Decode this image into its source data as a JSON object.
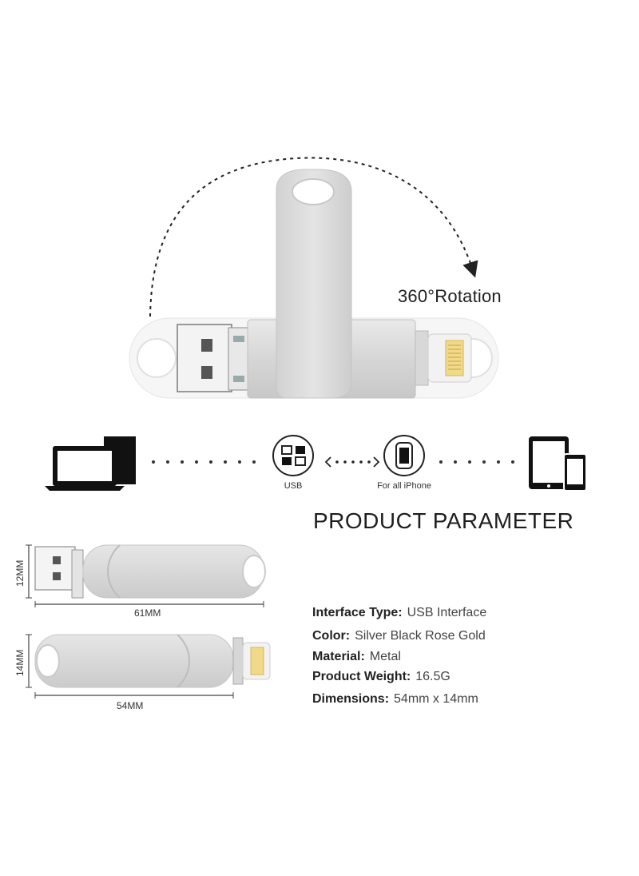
{
  "rotation": {
    "label": "360°Rotation"
  },
  "connection": {
    "usb_label": "USB",
    "iphone_label": "For all iPhone"
  },
  "parameters": {
    "title": "PRODUCT PARAMETER",
    "rows": [
      {
        "key": "Interface Type:",
        "value": "USB Interface"
      },
      {
        "key": "Color:",
        "value": "Silver Black Rose Gold"
      },
      {
        "key": "Material:",
        "value": "Metal"
      },
      {
        "key": "Product Weight:",
        "value": "16.5G"
      },
      {
        "key": "Dimensions:",
        "value": "54mm x 14mm"
      }
    ]
  },
  "dimensions": {
    "usb_height": "12MM",
    "usb_length": "61MM",
    "lightning_height": "14MM",
    "lightning_length": "54MM"
  },
  "colors": {
    "metal": "#dcdcdc",
    "metal_dark": "#bdbdbd",
    "ink": "#1f1f1f"
  }
}
